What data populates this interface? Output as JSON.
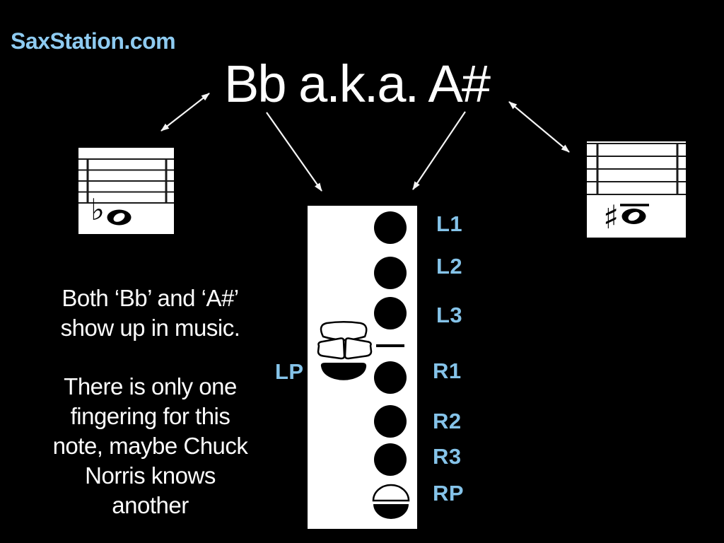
{
  "slide": {
    "watermark": "SaxStation.com",
    "title": "Bb a.k.a. A#",
    "background_color": "#000000",
    "text_color": "#ffffff"
  },
  "colors": {
    "watermark_blue": "#8ecbf1",
    "label_blue": "#85c3e9",
    "arrow_white": "#f5f5f5"
  },
  "body": {
    "p1": [
      "Both ‘Bb’ and ‘A#’",
      "show up in music."
    ],
    "p2": [
      "There is only one",
      "fingering for this",
      "note, maybe Chuck",
      "Norris knows",
      "another"
    ]
  },
  "notation": {
    "left_staff": {
      "accidental_glyph": "♭",
      "accidental_name": "flat",
      "note": "whole note below staff"
    },
    "right_staff": {
      "accidental_glyph": "♯",
      "accidental_name": "sharp",
      "note": "whole note below staff with ledger line"
    }
  },
  "fingering": {
    "left_palm_label": "LP",
    "keys": [
      {
        "label": "L1",
        "state": "pressed"
      },
      {
        "label": "L2",
        "state": "pressed"
      },
      {
        "label": "L3",
        "state": "pressed"
      },
      {
        "label": "R1",
        "state": "pressed"
      },
      {
        "label": "R2",
        "state": "pressed"
      },
      {
        "label": "R3",
        "state": "pressed"
      },
      {
        "label": "RP",
        "state": "bottom-half-pressed"
      }
    ],
    "side_keys": {
      "top": "open",
      "middle_left": "open",
      "middle_right": "open",
      "wide_key_below_cluster": "pressed"
    }
  }
}
